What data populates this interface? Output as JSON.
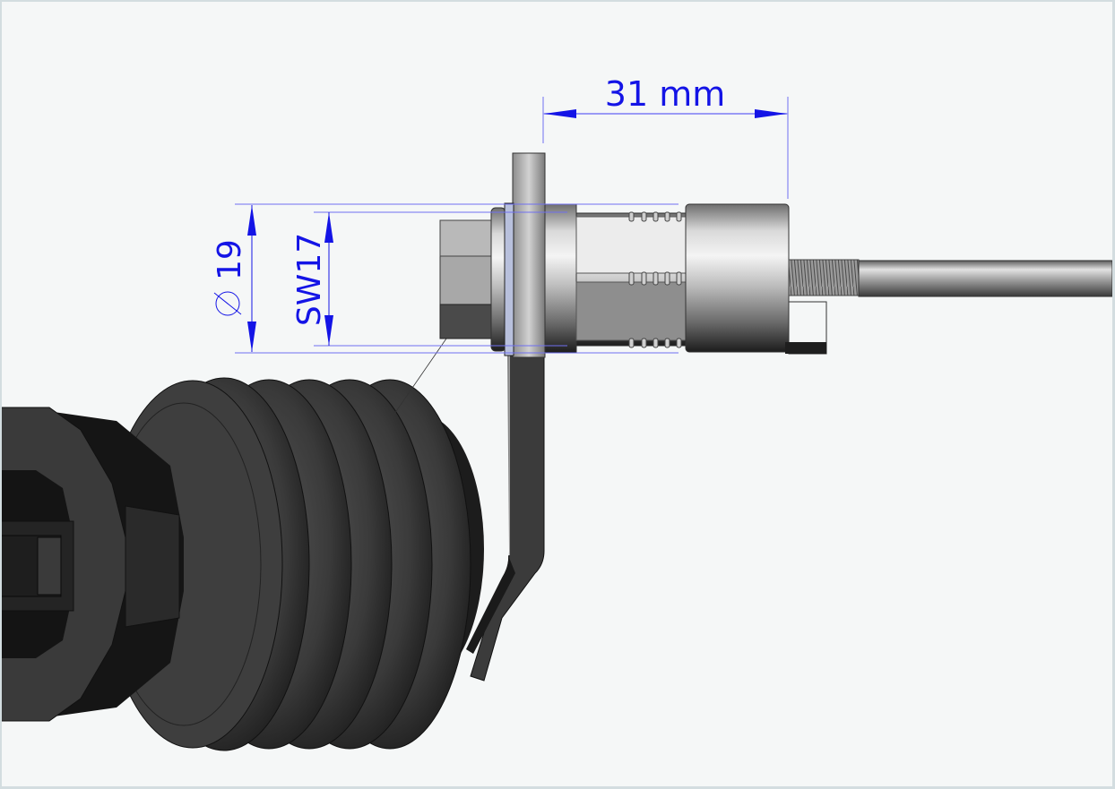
{
  "drawing": {
    "title": "Cable gland / fitting assembly with bracket — dimensioned view",
    "background_color": "#f5f7f7",
    "frame_color": "#d3dde0",
    "dimension_color": "#1414e6",
    "extension_line_color": "#6f6ff0"
  },
  "dimensions": {
    "length": {
      "label": "31 mm",
      "value": 31,
      "unit": "mm",
      "orientation": "horizontal"
    },
    "diameter": {
      "symbol": "⌀",
      "value_label": "19",
      "value": 19,
      "orientation": "vertical"
    },
    "wrench_size": {
      "label": "SW17",
      "value": 17,
      "orientation": "vertical"
    }
  },
  "parts": [
    {
      "id": "rubber-bellows",
      "description": "Black rubber bellows boot",
      "color": "#2b2b2b"
    },
    {
      "id": "hex-nut",
      "description": "Hex nut (SW17)",
      "color": "#9a9a9a"
    },
    {
      "id": "mounting-bracket",
      "description": "Bent steel mounting bracket",
      "color": "#3a3a3a"
    },
    {
      "id": "threaded-body",
      "description": "Slotted threaded body",
      "color": "#c8c8c8"
    },
    {
      "id": "cap-nut",
      "description": "Cylindrical cap nut",
      "color": "#b5b5b5"
    },
    {
      "id": "threaded-rod",
      "description": "Threaded rod / cable",
      "color": "#9d9d9d"
    }
  ]
}
